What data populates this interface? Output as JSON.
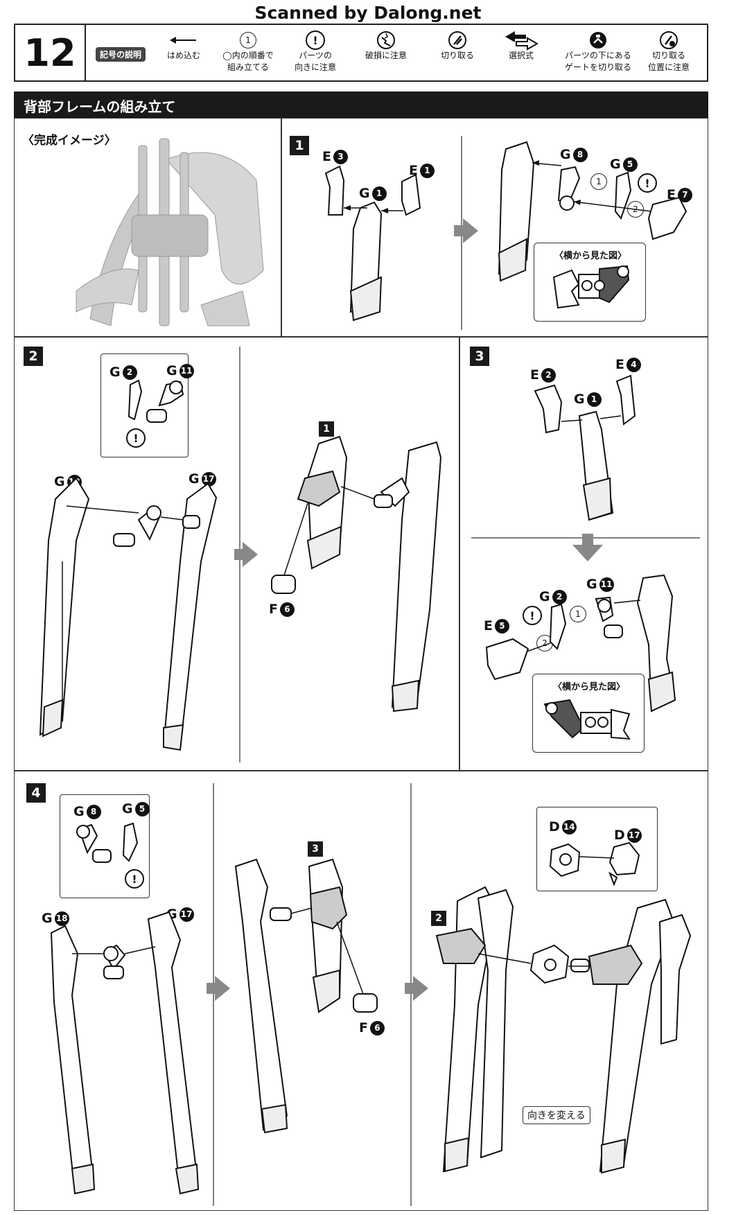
{
  "watermark": "Scanned by Dalong.net",
  "page_number": "12",
  "legend": {
    "title": "記号の説明",
    "items": [
      {
        "icon": "arrow-left-icon",
        "label": "はめ込む"
      },
      {
        "icon": "circled-number-icon",
        "symbol": "1",
        "label": "◯内の順番で\n組み立てる"
      },
      {
        "icon": "exclamation-icon",
        "symbol": "!",
        "label": "パーツの\n向きに注意"
      },
      {
        "icon": "break-caution-icon",
        "label": "破損に注意"
      },
      {
        "icon": "cut-icon",
        "label": "切り取る"
      },
      {
        "icon": "double-arrow-icon",
        "label": "選択式"
      },
      {
        "icon": "gate-cut-icon",
        "label": "パーツの下にある\nゲートを切り取る"
      },
      {
        "icon": "cut-position-icon",
        "label": "切り取る\n位置に注意"
      }
    ]
  },
  "section_title": "背部フレームの組み立て",
  "completed_image_label": "〈完成イメージ〉",
  "side_view_label": "〈横から見た図〉",
  "change_direction_label": "向きを変える",
  "order_marks": [
    "1",
    "2"
  ],
  "exclamation": "!",
  "steps": {
    "s1": {
      "number": "1",
      "parts": [
        {
          "letter": "E",
          "num": "3"
        },
        {
          "letter": "E",
          "num": "1"
        },
        {
          "letter": "G",
          "num": "1"
        },
        {
          "letter": "G",
          "num": "8"
        },
        {
          "letter": "G",
          "num": "5"
        },
        {
          "letter": "E",
          "num": "7"
        }
      ]
    },
    "s2": {
      "number": "2",
      "parts": [
        {
          "letter": "G",
          "num": "2"
        },
        {
          "letter": "G",
          "num": "11"
        },
        {
          "letter": "G",
          "num": "18"
        },
        {
          "letter": "G",
          "num": "17"
        },
        {
          "letter": "F",
          "num": "6"
        }
      ],
      "sub_ref": "1"
    },
    "s3": {
      "number": "3",
      "parts": [
        {
          "letter": "E",
          "num": "2"
        },
        {
          "letter": "E",
          "num": "4"
        },
        {
          "letter": "G",
          "num": "1"
        },
        {
          "letter": "G",
          "num": "2"
        },
        {
          "letter": "G",
          "num": "11"
        },
        {
          "letter": "E",
          "num": "5"
        }
      ]
    },
    "s4": {
      "number": "4",
      "parts": [
        {
          "letter": "G",
          "num": "8"
        },
        {
          "letter": "G",
          "num": "5"
        },
        {
          "letter": "G",
          "num": "18"
        },
        {
          "letter": "G",
          "num": "17"
        },
        {
          "letter": "F",
          "num": "6"
        },
        {
          "letter": "D",
          "num": "14"
        },
        {
          "letter": "D",
          "num": "17"
        }
      ],
      "sub_ref_a": "3",
      "sub_ref_b": "2"
    }
  }
}
